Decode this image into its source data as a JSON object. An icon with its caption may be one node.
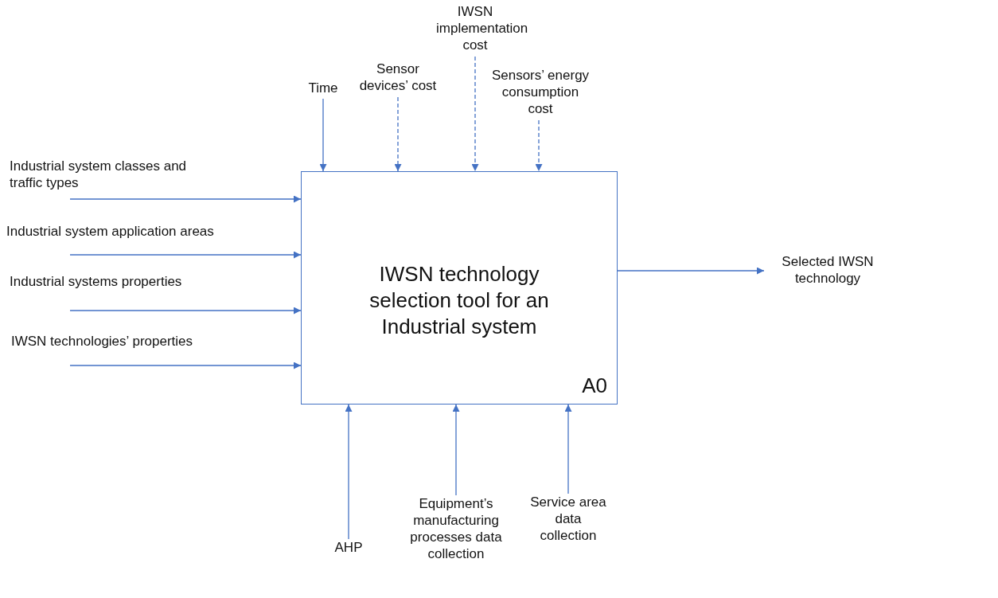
{
  "diagram": {
    "nodes": [
      {
        "text": [
          "Time"
        ]
      },
      {
        "text": [
          "Sensor devices’ cost"
        ]
      },
      {
        "text": [
          "IWSN implementation cost"
        ]
      },
      {
        "text": [
          "Sensors’ energy consumption cost"
        ]
      },
      {
        "text": [
          "Industrial system classes and traffic types"
        ]
      },
      {
        "text": [
          "Industrial system application areas"
        ]
      },
      {
        "text": [
          "Industrial systems properties"
        ]
      },
      {
        "text": [
          "IWSN technologies’ properties"
        ]
      },
      {
        "text": [
          "IWSN technology selection tool for an Industrial system",
          "A0"
        ]
      },
      {
        "text": [
          "Selected IWSN technology"
        ]
      },
      {
        "text": [
          "AHP"
        ]
      },
      {
        "text": [
          "Equipment’s manufacturing processes data collection"
        ]
      },
      {
        "text": [
          "Service area data collection"
        ]
      }
    ],
    "edges": [
      {
        "from": 0,
        "to": 8,
        "arrow": "to"
      },
      {
        "from": 1,
        "to": 8,
        "arrow": "to",
        "style": "dashed"
      },
      {
        "from": 2,
        "to": 8,
        "arrow": "to",
        "style": "dashed"
      },
      {
        "from": 3,
        "to": 8,
        "arrow": "to",
        "style": "dashed"
      },
      {
        "from": 4,
        "to": 8,
        "arrow": "to"
      },
      {
        "from": 5,
        "to": 8,
        "arrow": "to"
      },
      {
        "from": 6,
        "to": 8,
        "arrow": "to"
      },
      {
        "from": 7,
        "to": 8,
        "arrow": "to"
      },
      {
        "from": 8,
        "to": 9,
        "arrow": "to"
      },
      {
        "from": 10,
        "to": 8,
        "arrow": "to"
      },
      {
        "from": 11,
        "to": 8,
        "arrow": "to"
      },
      {
        "from": 12,
        "to": 8,
        "arrow": "to"
      }
    ]
  }
}
